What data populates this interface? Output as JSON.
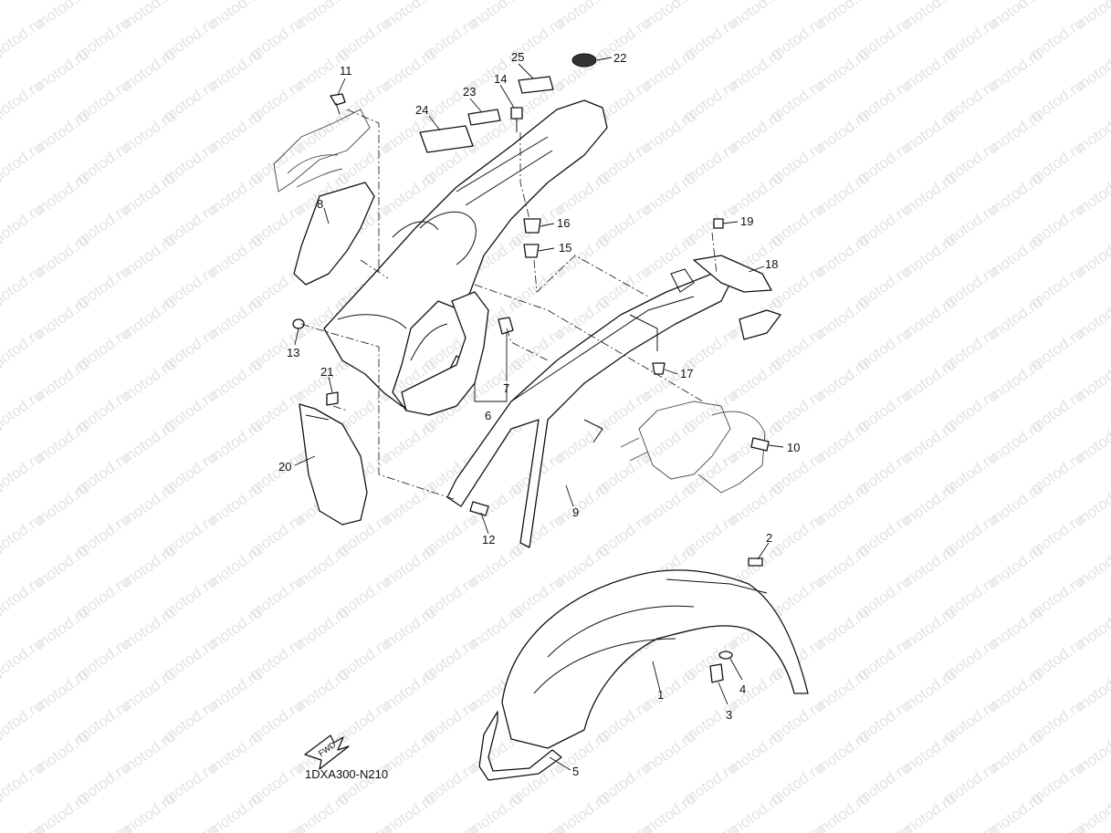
{
  "watermark_text": "motod.ru",
  "diagram_code": "1DXA300-N210",
  "fwd_label": "FWD",
  "callouts": {
    "p1": "1",
    "p2": "2",
    "p3": "3",
    "p4": "4",
    "p5": "5",
    "p6": "6",
    "p7": "7",
    "p8": "8",
    "p9": "9",
    "p10": "10",
    "p11": "11",
    "p12": "12",
    "p13": "13",
    "p14": "14",
    "p15": "15",
    "p16": "16",
    "p17": "17",
    "p18": "18",
    "p19": "19",
    "p20": "20",
    "p21": "21",
    "p22": "22",
    "p23": "23",
    "p24": "24",
    "p25": "25"
  },
  "colors": {
    "line": "#111111",
    "watermark": "#e3e3e3",
    "background": "#ffffff"
  }
}
